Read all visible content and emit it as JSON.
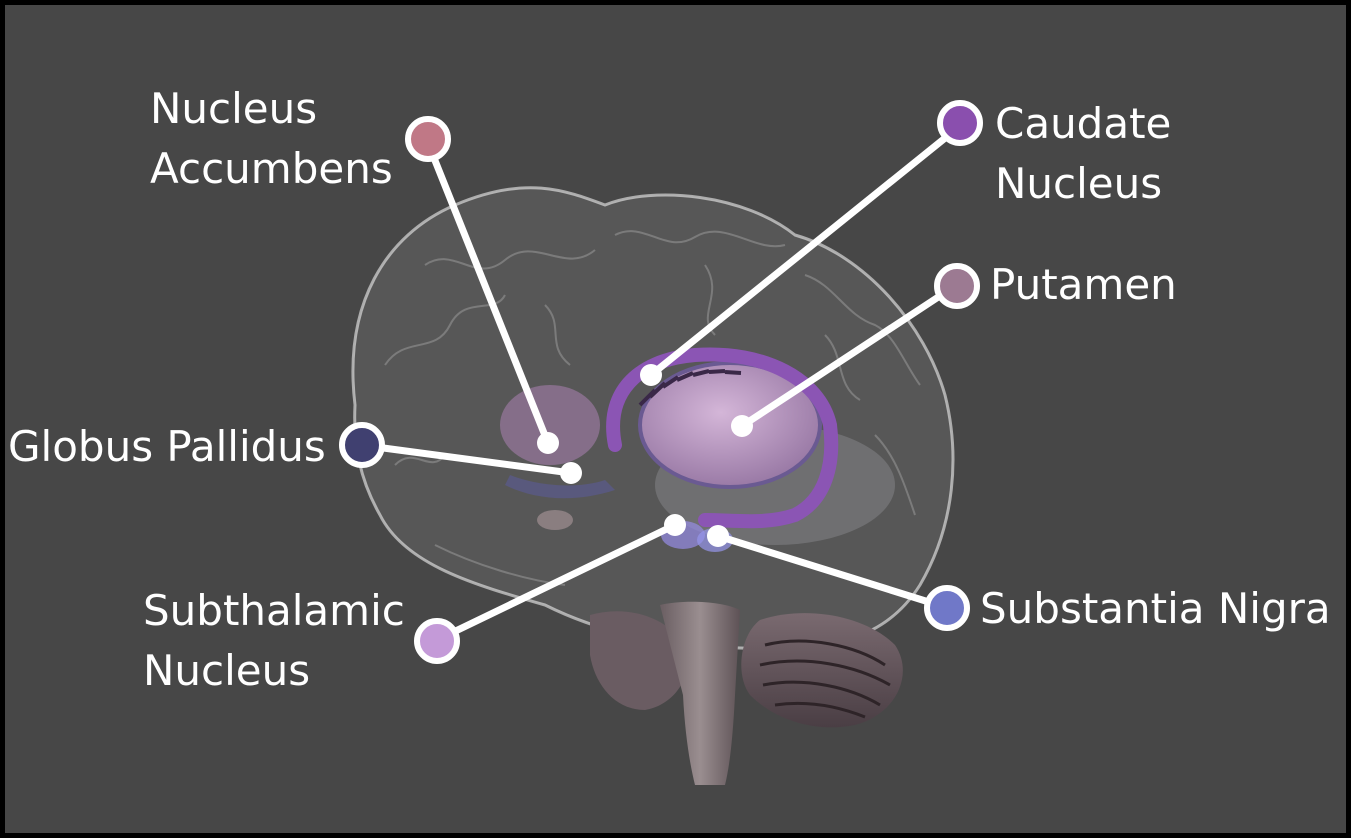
{
  "labels": {
    "nucleus_accumbens": "Nucleus\nAccumbens",
    "caudate_nucleus": "Caudate Nucleus",
    "putamen": "Putamen",
    "globus_pallidus": "Globus Pallidus",
    "subthalamic_nucleus": "Subthalamic\nNucleus",
    "substantia_nigra": "Substantia Nigra"
  },
  "colors": {
    "background": "#474747",
    "nucleus_accumbens": "#c07886",
    "caudate_nucleus": "#8a4fae",
    "putamen": "#9c7a92",
    "globus_pallidus": "#404070",
    "subthalamic_nucleus": "#c49ad8",
    "substantia_nigra": "#7078c8",
    "leader_line": "#ffffff"
  }
}
